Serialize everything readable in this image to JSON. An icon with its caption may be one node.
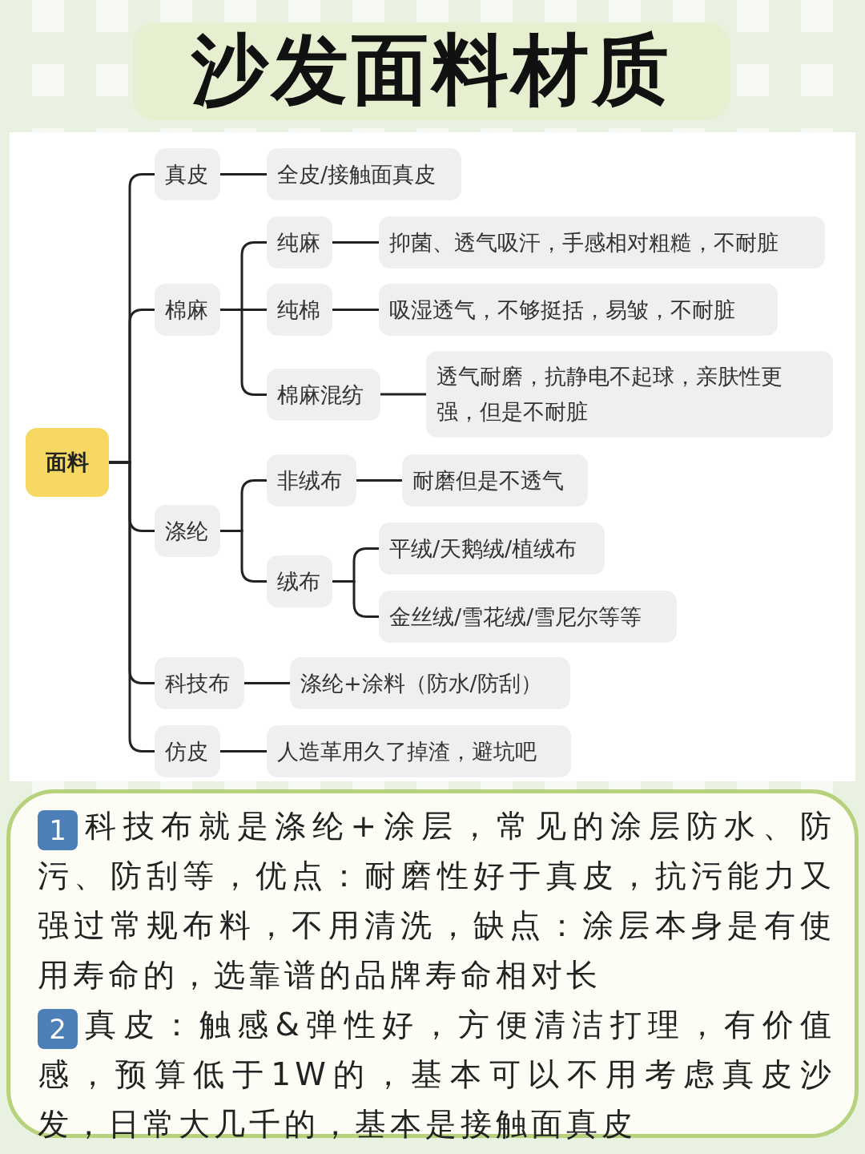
{
  "diagram": {
    "title": "沙发面料材质",
    "nodes": [
      {
        "text": [
          "面料"
        ]
      },
      {
        "text": [
          "真皮"
        ]
      },
      {
        "text": [
          "全皮/接触面真皮"
        ]
      },
      {
        "text": [
          "棉麻"
        ]
      },
      {
        "text": [
          "纯麻"
        ]
      },
      {
        "text": [
          "抑菌、透气吸汗，手感相对粗糙，不耐脏"
        ]
      },
      {
        "text": [
          "纯棉"
        ]
      },
      {
        "text": [
          "吸湿透气，不够挺括，易皱，不耐脏"
        ]
      },
      {
        "text": [
          "棉麻混纺"
        ]
      },
      {
        "text": [
          "透气耐磨，抗静电不起球，亲肤性更强，但是不耐脏"
        ]
      },
      {
        "text": [
          "涤纶"
        ]
      },
      {
        "text": [
          "非绒布"
        ]
      },
      {
        "text": [
          "耐磨但是不透气"
        ]
      },
      {
        "text": [
          "绒布"
        ]
      },
      {
        "text": [
          "平绒/天鹅绒/植绒布"
        ]
      },
      {
        "text": [
          "金丝绒/雪花绒/雪尼尔等等"
        ]
      },
      {
        "text": [
          "科技布"
        ]
      },
      {
        "text": [
          "涤纶+涂料（防水/防刮）"
        ]
      },
      {
        "text": [
          "仿皮"
        ]
      },
      {
        "text": [
          "人造革用久了掉渣，避坑吧"
        ]
      },
      {
        "text": [
          "1",
          "科技布就是涤纶+涂层，常见的涂层防水、防污、防刮等，优点：耐磨性好于真皮，抗污能力又强过常规布料，不用清洗，缺点：涂层本身是有使用寿命的，选靠谱的品牌寿命相对长",
          "2",
          "真皮：触感&弹性好，方便清洁打理，有价值感，预算低于1W的，基本可以不用考虑真皮沙发，日常大几千的，基本是接触面真皮"
        ]
      }
    ],
    "edges": [
      {
        "from": 0,
        "to": 1,
        "arrow": "none"
      },
      {
        "from": 0,
        "to": 3,
        "arrow": "none"
      },
      {
        "from": 0,
        "to": 10,
        "arrow": "none"
      },
      {
        "from": 0,
        "to": 16,
        "arrow": "none"
      },
      {
        "from": 0,
        "to": 18,
        "arrow": "none"
      },
      {
        "from": 1,
        "to": 2,
        "arrow": "none"
      },
      {
        "from": 3,
        "to": 4,
        "arrow": "none"
      },
      {
        "from": 3,
        "to": 6,
        "arrow": "none"
      },
      {
        "from": 3,
        "to": 8,
        "arrow": "none"
      },
      {
        "from": 4,
        "to": 5,
        "arrow": "none"
      },
      {
        "from": 6,
        "to": 7,
        "arrow": "none"
      },
      {
        "from": 8,
        "to": 9,
        "arrow": "none"
      },
      {
        "from": 10,
        "to": 11,
        "arrow": "none"
      },
      {
        "from": 10,
        "to": 13,
        "arrow": "none"
      },
      {
        "from": 11,
        "to": 12,
        "arrow": "none"
      },
      {
        "from": 13,
        "to": 14,
        "arrow": "none"
      },
      {
        "from": 13,
        "to": 15,
        "arrow": "none"
      },
      {
        "from": 16,
        "to": 17,
        "arrow": "none"
      },
      {
        "from": 18,
        "to": 19,
        "arrow": "none"
      }
    ]
  }
}
